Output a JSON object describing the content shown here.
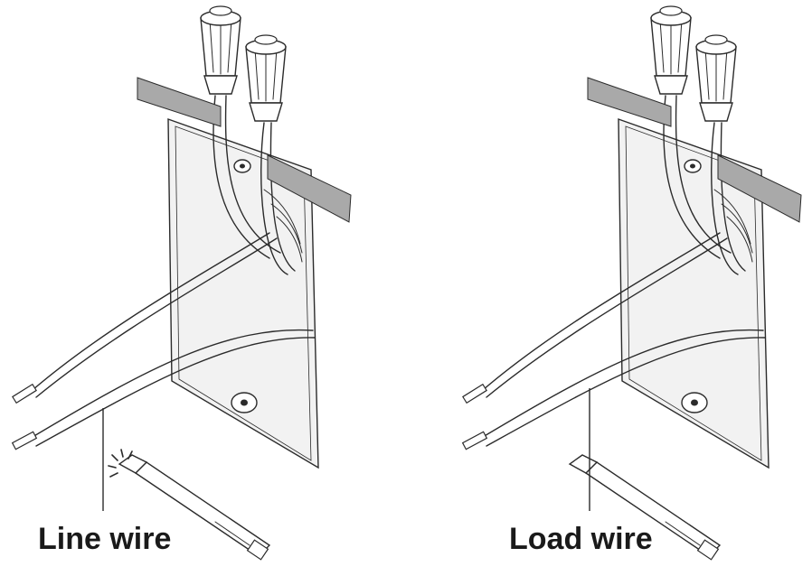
{
  "labels": {
    "left": "Line wire",
    "right": "Load wire"
  },
  "panels": [
    {
      "id": "line",
      "tester_indicator": "active"
    },
    {
      "id": "load",
      "tester_indicator": "inactive"
    }
  ],
  "colors": {
    "line": "#2b2b2b",
    "box_fill": "#f2f2f2",
    "tape": "#a9a9a9",
    "cap_fill": "#ffffff"
  }
}
